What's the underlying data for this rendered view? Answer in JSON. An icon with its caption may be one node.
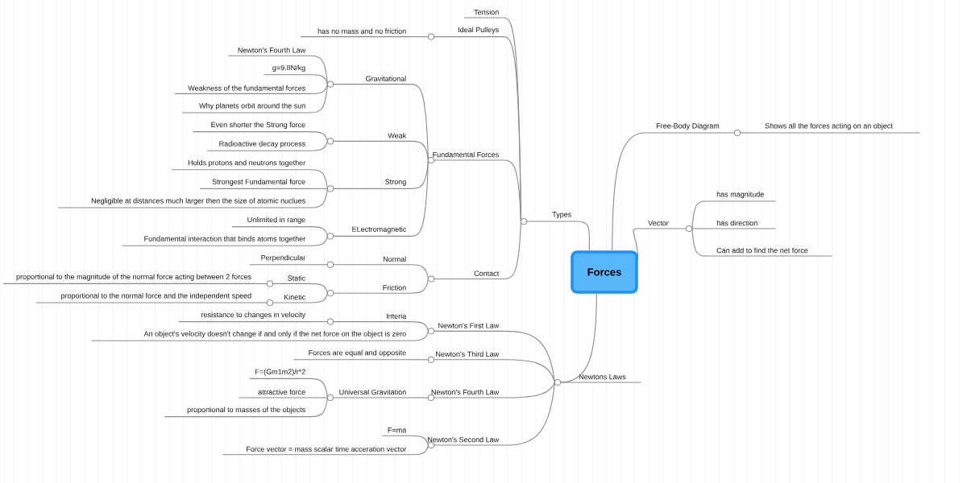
{
  "diagram": {
    "nodes": [
      {
        "text": [
          "Forces"
        ]
      },
      {
        "text": [
          "Types"
        ]
      },
      {
        "text": [
          "Tension"
        ]
      },
      {
        "text": [
          "Ideal Pulleys"
        ]
      },
      {
        "text": [
          "has no mass and no friction"
        ]
      },
      {
        "text": [
          "Fundamental Forces"
        ]
      },
      {
        "text": [
          "Gravitational"
        ]
      },
      {
        "text": [
          "Newton's Fourth Law"
        ]
      },
      {
        "text": [
          "g=9.8N/kg"
        ]
      },
      {
        "text": [
          "Weakness of the fundamental forces"
        ]
      },
      {
        "text": [
          "Why planets orbit around the sun"
        ]
      },
      {
        "text": [
          "Weak"
        ]
      },
      {
        "text": [
          "Even shorter the Strong force"
        ]
      },
      {
        "text": [
          "Radioactive decay process"
        ]
      },
      {
        "text": [
          "Strong"
        ]
      },
      {
        "text": [
          "Holds protons and neutrons together"
        ]
      },
      {
        "text": [
          "Strongest Fundamental force"
        ]
      },
      {
        "text": [
          "Negligible at distances much larger then the size of atomic nuclues"
        ]
      },
      {
        "text": [
          "ELectromagnetic"
        ]
      },
      {
        "text": [
          "Unlimited in range"
        ]
      },
      {
        "text": [
          "Fundamental interaction that binds atoms together"
        ]
      },
      {
        "text": [
          "Contact"
        ]
      },
      {
        "text": [
          "Normal"
        ]
      },
      {
        "text": [
          "Perpendicular"
        ]
      },
      {
        "text": [
          "Friction"
        ]
      },
      {
        "text": [
          "Static"
        ]
      },
      {
        "text": [
          "proportional to the magnitude of the normal force acting between 2 forces"
        ]
      },
      {
        "text": [
          "Kinetic"
        ]
      },
      {
        "text": [
          "proportional to the normal force and the independent speed"
        ]
      },
      {
        "text": [
          "Free-Body Diagram"
        ]
      },
      {
        "text": [
          "Shows all the forces acting on an object"
        ]
      },
      {
        "text": [
          "Vector"
        ]
      },
      {
        "text": [
          "has magnitude"
        ]
      },
      {
        "text": [
          "has direction"
        ]
      },
      {
        "text": [
          "Can add to find the net force"
        ]
      },
      {
        "text": [
          "Newtons Laws"
        ]
      },
      {
        "text": [
          "Newton's First Law"
        ]
      },
      {
        "text": [
          "Interia"
        ]
      },
      {
        "text": [
          "resistance to changes in velocity"
        ]
      },
      {
        "text": [
          "An object's velocity doesn't change if and only if the net force on the object is zero"
        ]
      },
      {
        "text": [
          "Newton's Third Law"
        ]
      },
      {
        "text": [
          "Forces are equal and opposite"
        ]
      },
      {
        "text": [
          "Newton's Fourth Law"
        ]
      },
      {
        "text": [
          "Universal Gravitation"
        ]
      },
      {
        "text": [
          "F=(Gm1m2)/r*2"
        ]
      },
      {
        "text": [
          "attractive force"
        ]
      },
      {
        "text": [
          "proportional to masses of the objects"
        ]
      },
      {
        "text": [
          "Newton's Second Law"
        ]
      },
      {
        "text": [
          "F=ma"
        ]
      },
      {
        "text": [
          "Force vector = mass scalar time acceration vector"
        ]
      }
    ],
    "edges": [
      {
        "from": 0,
        "to": 1,
        "arrow": "none"
      },
      {
        "from": 1,
        "to": 2,
        "arrow": "none"
      },
      {
        "from": 1,
        "to": 3,
        "arrow": "none"
      },
      {
        "from": 3,
        "to": 4,
        "arrow": "none"
      },
      {
        "from": 1,
        "to": 5,
        "arrow": "none"
      },
      {
        "from": 5,
        "to": 6,
        "arrow": "none"
      },
      {
        "from": 6,
        "to": 7,
        "arrow": "none"
      },
      {
        "from": 6,
        "to": 8,
        "arrow": "none"
      },
      {
        "from": 6,
        "to": 9,
        "arrow": "none"
      },
      {
        "from": 6,
        "to": 10,
        "arrow": "none"
      },
      {
        "from": 5,
        "to": 11,
        "arrow": "none"
      },
      {
        "from": 11,
        "to": 12,
        "arrow": "none"
      },
      {
        "from": 11,
        "to": 13,
        "arrow": "none"
      },
      {
        "from": 5,
        "to": 14,
        "arrow": "none"
      },
      {
        "from": 14,
        "to": 15,
        "arrow": "none"
      },
      {
        "from": 14,
        "to": 16,
        "arrow": "none"
      },
      {
        "from": 14,
        "to": 17,
        "arrow": "none"
      },
      {
        "from": 5,
        "to": 18,
        "arrow": "none"
      },
      {
        "from": 18,
        "to": 19,
        "arrow": "none"
      },
      {
        "from": 18,
        "to": 20,
        "arrow": "none"
      },
      {
        "from": 1,
        "to": 21,
        "arrow": "none"
      },
      {
        "from": 21,
        "to": 22,
        "arrow": "none"
      },
      {
        "from": 22,
        "to": 23,
        "arrow": "none"
      },
      {
        "from": 21,
        "to": 24,
        "arrow": "none"
      },
      {
        "from": 24,
        "to": 25,
        "arrow": "none"
      },
      {
        "from": 25,
        "to": 26,
        "arrow": "none"
      },
      {
        "from": 24,
        "to": 27,
        "arrow": "none"
      },
      {
        "from": 27,
        "to": 28,
        "arrow": "none"
      },
      {
        "from": 0,
        "to": 29,
        "arrow": "none"
      },
      {
        "from": 29,
        "to": 30,
        "arrow": "none"
      },
      {
        "from": 0,
        "to": 31,
        "arrow": "none"
      },
      {
        "from": 31,
        "to": 32,
        "arrow": "none"
      },
      {
        "from": 31,
        "to": 33,
        "arrow": "none"
      },
      {
        "from": 31,
        "to": 34,
        "arrow": "none"
      },
      {
        "from": 0,
        "to": 35,
        "arrow": "none"
      },
      {
        "from": 35,
        "to": 36,
        "arrow": "none"
      },
      {
        "from": 36,
        "to": 37,
        "arrow": "none"
      },
      {
        "from": 37,
        "to": 38,
        "arrow": "none"
      },
      {
        "from": 36,
        "to": 39,
        "arrow": "none"
      },
      {
        "from": 35,
        "to": 40,
        "arrow": "none"
      },
      {
        "from": 40,
        "to": 41,
        "arrow": "none"
      },
      {
        "from": 35,
        "to": 42,
        "arrow": "none"
      },
      {
        "from": 42,
        "to": 43,
        "arrow": "none"
      },
      {
        "from": 43,
        "to": 44,
        "arrow": "none"
      },
      {
        "from": 43,
        "to": 45,
        "arrow": "none"
      },
      {
        "from": 43,
        "to": 46,
        "arrow": "none"
      },
      {
        "from": 35,
        "to": 47,
        "arrow": "none"
      },
      {
        "from": 47,
        "to": 48,
        "arrow": "none"
      },
      {
        "from": 47,
        "to": 49,
        "arrow": "none"
      }
    ]
  }
}
